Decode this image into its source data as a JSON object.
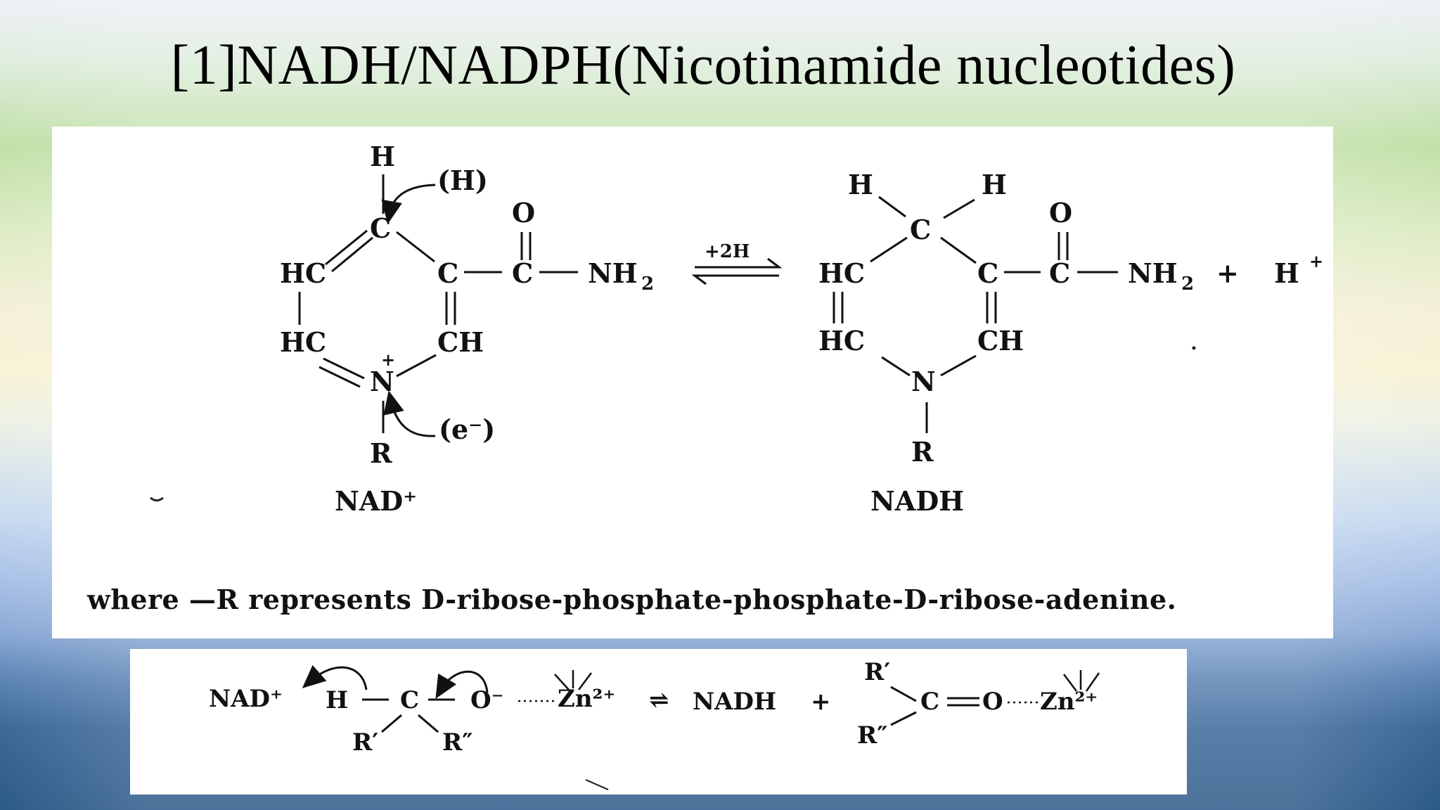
{
  "slide": {
    "title": "[1]NADH/NADPH(Nicotinamide nucleotides)"
  },
  "reaction1": {
    "left_label": "NAD⁺",
    "right_label": "NADH",
    "arrow_label": "+2H",
    "left": {
      "H_top": "H",
      "H_annot": "(H)",
      "C_top": "C",
      "O": "O",
      "HC_top": "HC",
      "C_mid": "C",
      "C_amide": "C",
      "NH2": "NH",
      "NH2_sub": "2",
      "HC_bot": "HC",
      "CH": "CH",
      "N": "N",
      "plus": "+",
      "e_annot": "(e⁻)",
      "R": "R"
    },
    "right": {
      "H1": "H",
      "H2": "H",
      "C_top": "C",
      "O": "O",
      "HC_top": "HC",
      "C_mid": "C",
      "C_amide": "C",
      "NH2": "NH",
      "NH2_sub": "2",
      "plus": "+",
      "Hplus": "H",
      "Hplus_sup": "+",
      "HC_bot": "HC",
      "CH": "CH",
      "N": "N",
      "R": "R"
    },
    "caption": "where —R represents D-ribose-phosphate-phosphate-D-ribose-adenine."
  },
  "reaction2": {
    "nad": "NAD⁺",
    "H": "H",
    "C": "C",
    "O": "O⁻",
    "Zn": "Zn²⁺",
    "R1": "R′",
    "R2": "R″",
    "equil": "⇌",
    "nadh": "NADH",
    "plus": "+",
    "R1b": "R′",
    "R2b": "R″",
    "C2": "C",
    "O2": "O",
    "Zn2": "Zn²⁺"
  }
}
